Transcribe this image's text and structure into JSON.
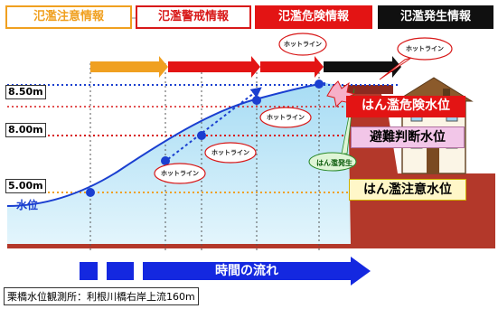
{
  "headers": [
    "氾濫注意情報",
    "氾濫警戒情報",
    "氾濫危険情報",
    "氾濫発生情報"
  ],
  "levels": [
    "8.50m",
    "8.00m",
    "5.00m"
  ],
  "water_label": "水位",
  "hotline_label": "ホットライン",
  "flood_occurred_label": "はん濫発生",
  "badges": {
    "danger": "はん濫危険水位",
    "evac": "避難判断水位",
    "caution": "はん濫注意水位"
  },
  "time_label": "時間の流れ",
  "station": "栗橋水位観測所：利根川橋右岸上流160m",
  "colors": {
    "caution": "#f0a020",
    "warning": "#e31414",
    "occurrence": "#101010",
    "water": "#bfe6f7",
    "line": "#1a3fd0",
    "ground": "#b3382a"
  }
}
